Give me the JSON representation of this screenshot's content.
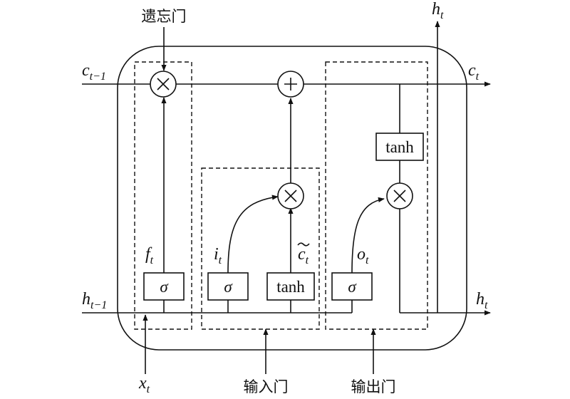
{
  "gates": {
    "forget": "遗忘门",
    "input": "输入门",
    "output": "输出门"
  },
  "labels": {
    "c_prev": {
      "base": "c",
      "sub": "t−1"
    },
    "c_next": {
      "base": "c",
      "sub": "t"
    },
    "h_prev": {
      "base": "h",
      "sub": "t−1"
    },
    "h_next_right": {
      "base": "h",
      "sub": "t"
    },
    "h_next_top": {
      "base": "h",
      "sub": "t"
    },
    "x_in": {
      "base": "x",
      "sub": "t"
    },
    "f": {
      "base": "f",
      "sub": "t"
    },
    "i": {
      "base": "i",
      "sub": "t"
    },
    "c_tilde": {
      "base": "c",
      "sub": "t"
    },
    "o": {
      "base": "o",
      "sub": "t"
    }
  },
  "functions": {
    "sigma": "σ",
    "tanh": "tanh"
  },
  "operators": {
    "multiply": "×",
    "add": "+"
  }
}
